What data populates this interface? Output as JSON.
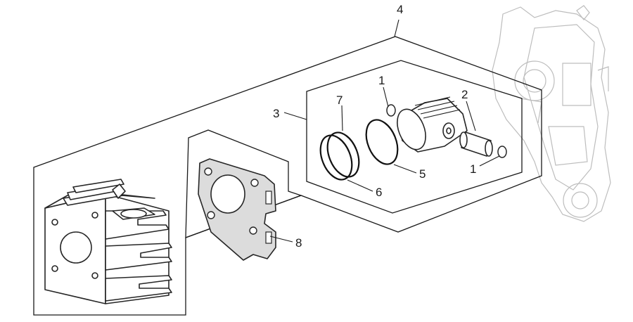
{
  "callouts": {
    "c1_top": "1",
    "c1_bottom": "1",
    "c2": "2",
    "c3": "3",
    "c4": "4",
    "c5": "5",
    "c6": "6",
    "c7": "7",
    "c8": "8"
  }
}
